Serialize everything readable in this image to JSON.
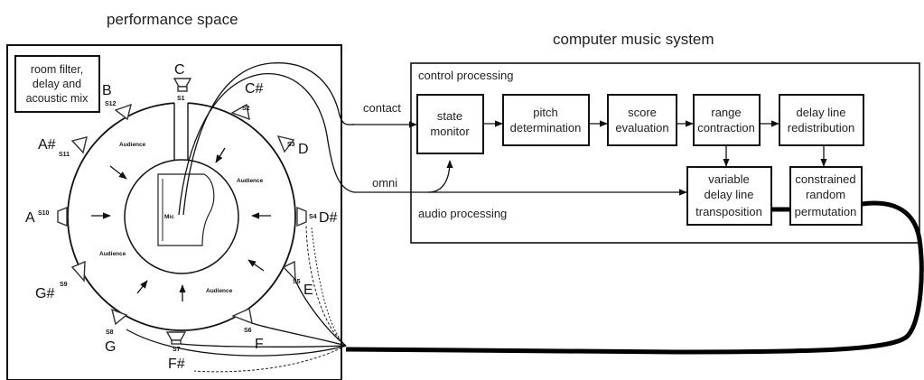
{
  "performance": {
    "title": "performance space",
    "room_filter": [
      "room filter,",
      "delay and",
      "acoustic mix"
    ],
    "audience_label": "Audience",
    "mic_label": "Mic",
    "speakers": [
      {
        "note": "C",
        "id": "S1"
      },
      {
        "note": "C#",
        "id": "S2"
      },
      {
        "note": "D",
        "id": "S3"
      },
      {
        "note": "D#",
        "id": "S4"
      },
      {
        "note": "E",
        "id": "S5"
      },
      {
        "note": "F",
        "id": "S6"
      },
      {
        "note": "F#",
        "id": "S7"
      },
      {
        "note": "G",
        "id": "S8"
      },
      {
        "note": "G#",
        "id": "S9"
      },
      {
        "note": "A",
        "id": "S10"
      },
      {
        "note": "A#",
        "id": "S11"
      },
      {
        "note": "B",
        "id": "S12"
      }
    ]
  },
  "system": {
    "title": "computer music system",
    "control_label": "control processing",
    "audio_label": "audio processing",
    "contact_label": "contact",
    "omni_label": "omni",
    "blocks": {
      "state_monitor": [
        "state",
        "monitor"
      ],
      "pitch": [
        "pitch",
        "determination"
      ],
      "score": [
        "score",
        "evaluation"
      ],
      "range": [
        "range",
        "contraction"
      ],
      "delay_redist": [
        "delay line",
        "redistribution"
      ],
      "variable": [
        "variable",
        "delay line",
        "transposition"
      ],
      "constrained": [
        "constrained",
        "random",
        "permutation"
      ]
    }
  },
  "colors": {
    "ink": "#111111",
    "background": "#ffffff"
  }
}
